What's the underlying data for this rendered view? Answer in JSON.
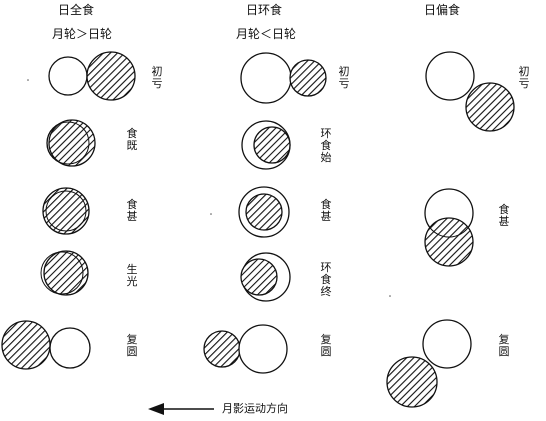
{
  "columns": [
    {
      "title": "日全食",
      "condition": "月轮＞日轮",
      "stages": [
        "初亏",
        "食既",
        "食甚",
        "生光",
        "复圆"
      ]
    },
    {
      "title": "日环食",
      "condition": "月轮＜日轮",
      "stages": [
        "初亏",
        "环食始",
        "食甚",
        "环食终",
        "复圆"
      ]
    },
    {
      "title": "日偏食",
      "condition": "",
      "stages": [
        "初亏",
        "食甚",
        "复圆"
      ]
    }
  ],
  "direction_label": "月影运动方向",
  "icons": {
    "direction": "left-arrow-icon"
  },
  "colors": {
    "stroke": "#111111",
    "hatch": "#111111",
    "background": "#ffffff"
  }
}
